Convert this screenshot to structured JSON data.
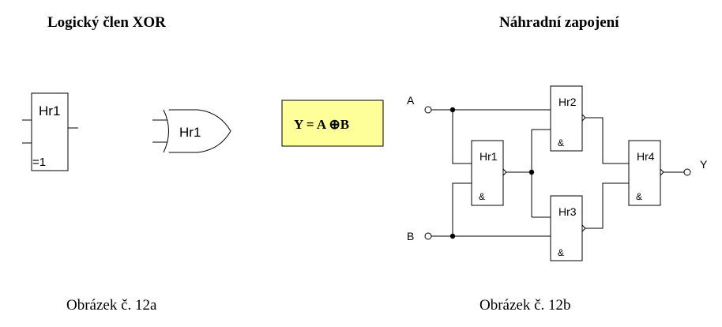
{
  "titles": {
    "left": "Logický člen XOR",
    "right": "Náhradní zapojení"
  },
  "captions": {
    "left": "Obrázek č. 12a",
    "right": "Obrázek č. 12b"
  },
  "iec_gate": {
    "name": "Hr1",
    "symbol": "=1"
  },
  "us_gate": {
    "name": "Hr1"
  },
  "formula": {
    "lhs": "Y = A ",
    "op": "⊕",
    "rhs": "B"
  },
  "circuit": {
    "inputs": {
      "a": "A",
      "b": "B"
    },
    "output": "Y",
    "gates": [
      {
        "name": "Hr1",
        "symbol": "&"
      },
      {
        "name": "Hr2",
        "symbol": "&"
      },
      {
        "name": "Hr3",
        "symbol": "&"
      },
      {
        "name": "Hr4",
        "symbol": "&"
      }
    ]
  },
  "colors": {
    "formula_fill": "#ffff99",
    "line": "#000000"
  }
}
